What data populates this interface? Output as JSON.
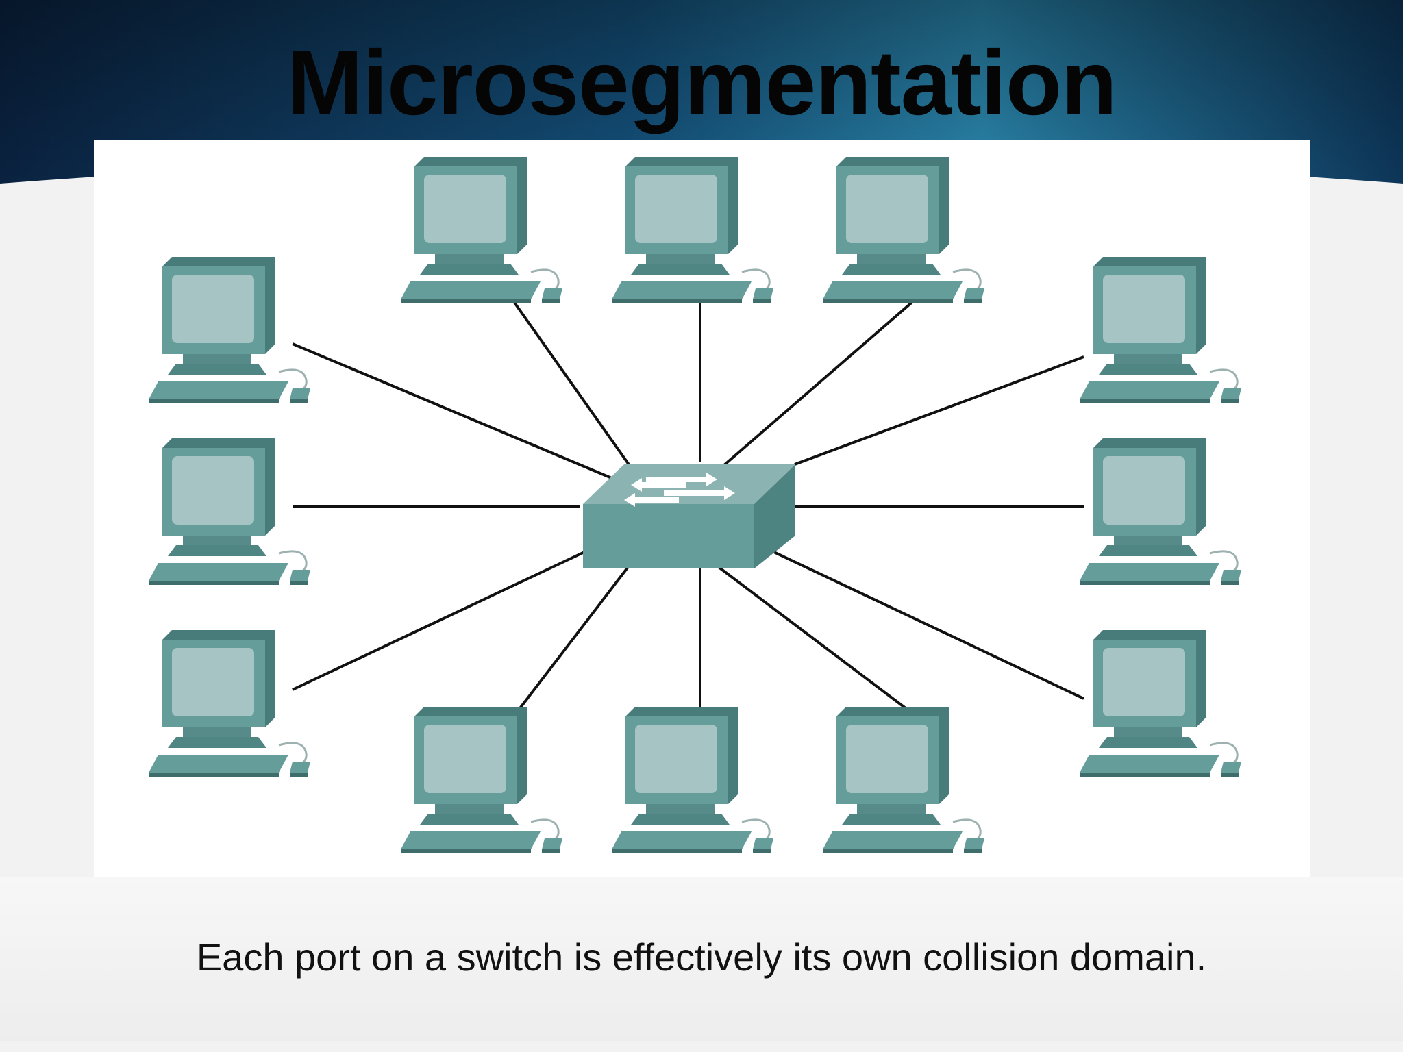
{
  "slide": {
    "title": "Microsegmentation",
    "caption": "Each port on a switch is effectively its own collision domain."
  },
  "diagram": {
    "hub": {
      "name": "switch",
      "icon": "network-switch-icon"
    },
    "computers": [
      {
        "id": "pc-top-1",
        "icon": "desktop-computer-icon"
      },
      {
        "id": "pc-top-2",
        "icon": "desktop-computer-icon"
      },
      {
        "id": "pc-top-3",
        "icon": "desktop-computer-icon"
      },
      {
        "id": "pc-left-1",
        "icon": "desktop-computer-icon"
      },
      {
        "id": "pc-left-2",
        "icon": "desktop-computer-icon"
      },
      {
        "id": "pc-left-3",
        "icon": "desktop-computer-icon"
      },
      {
        "id": "pc-right-1",
        "icon": "desktop-computer-icon"
      },
      {
        "id": "pc-right-2",
        "icon": "desktop-computer-icon"
      },
      {
        "id": "pc-right-3",
        "icon": "desktop-computer-icon"
      },
      {
        "id": "pc-bottom-1",
        "icon": "desktop-computer-icon"
      },
      {
        "id": "pc-bottom-2",
        "icon": "desktop-computer-icon"
      },
      {
        "id": "pc-bottom-3",
        "icon": "desktop-computer-icon"
      }
    ],
    "edges": [
      [
        "switch",
        "pc-top-1"
      ],
      [
        "switch",
        "pc-top-2"
      ],
      [
        "switch",
        "pc-top-3"
      ],
      [
        "switch",
        "pc-left-1"
      ],
      [
        "switch",
        "pc-left-2"
      ],
      [
        "switch",
        "pc-left-3"
      ],
      [
        "switch",
        "pc-right-1"
      ],
      [
        "switch",
        "pc-right-2"
      ],
      [
        "switch",
        "pc-right-3"
      ],
      [
        "switch",
        "pc-bottom-1"
      ],
      [
        "switch",
        "pc-bottom-2"
      ],
      [
        "switch",
        "pc-bottom-3"
      ]
    ]
  },
  "colors": {
    "header_dark": "#0b2a4a",
    "header_light": "#2a7fa8",
    "device_teal": "#5f9593",
    "screen": "#a6c4c3",
    "link": "#111111"
  }
}
